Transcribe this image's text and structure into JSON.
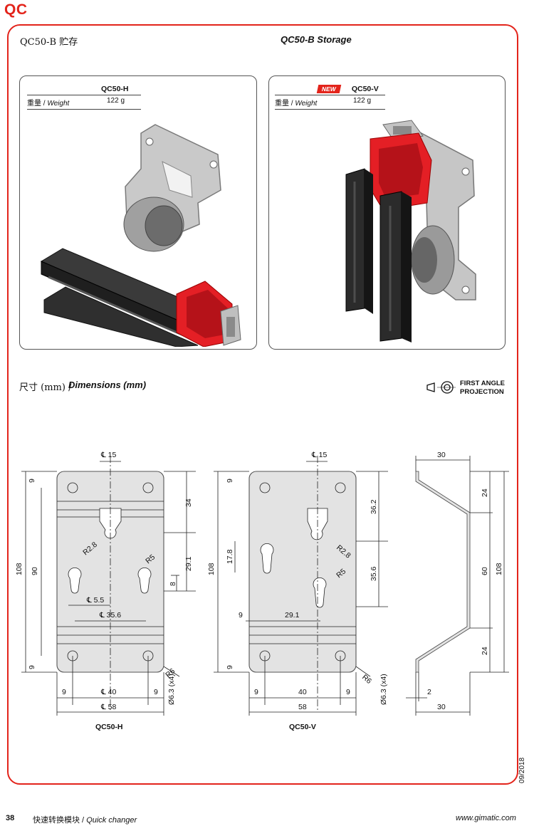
{
  "header": {
    "logo": "QC",
    "title_cn": "QC50-B 贮存",
    "title_en": "QC50-B Storage"
  },
  "cards": [
    {
      "model": "QC50-H",
      "weight_label_cn": "重量",
      "weight_label_en": "Weight",
      "weight_value": "122 g",
      "badge": ""
    },
    {
      "model": "QC50-V",
      "weight_label_cn": "重量",
      "weight_label_en": "Weight",
      "weight_value": "122 g",
      "badge": "NEW"
    }
  ],
  "dimensions": {
    "title_cn": "尺寸 (mm) /",
    "title_en": "Dimensions (mm)",
    "projection_line1": "FIRST ANGLE",
    "projection_line2": "PROJECTION"
  },
  "drawings": {
    "h": {
      "caption": "QC50-H",
      "dim_top_cl": "℄ 15",
      "dim_9_top": "9",
      "dim_34": "34",
      "dim_108": "108",
      "dim_90": "90",
      "dim_r28": "R2.8",
      "dim_r5": "R5",
      "dim_291": "29.1",
      "dim_8": "8",
      "dim_cl55": "℄ 5.5",
      "dim_cl356": "℄ 35.6",
      "dim_9_bot": "9",
      "dim_r6": "R6",
      "dim_phi": "Ø6.3 (x4)",
      "dim_9_left": "9",
      "dim_cl40": "℄ 40",
      "dim_9_right": "9",
      "dim_cl58": "℄ 58"
    },
    "v": {
      "caption": "QC50-V",
      "dim_top_cl": "℄ 15",
      "dim_9_top": "9",
      "dim_362": "36.2",
      "dim_108": "108",
      "dim_178": "17.8",
      "dim_r28": "R2.8",
      "dim_356": "35.6",
      "dim_r5": "R5",
      "dim_9_mid": "9",
      "dim_291": "29.1",
      "dim_9_bot": "9",
      "dim_r6": "R6",
      "dim_phi": "Ø6.3 (x4)",
      "dim_9_left": "9",
      "dim_40": "40",
      "dim_9_right": "9",
      "dim_58": "58"
    },
    "side": {
      "dim_30_top": "30",
      "dim_24_top": "24",
      "dim_60": "60",
      "dim_108": "108",
      "dim_24_bot": "24",
      "dim_2": "2",
      "dim_30_bot": "30"
    }
  },
  "footer": {
    "page": "38",
    "title_cn": "快速转换模块 /",
    "title_en": "Quick changer",
    "url": "www.gimatic.com",
    "date": "09/2018"
  }
}
